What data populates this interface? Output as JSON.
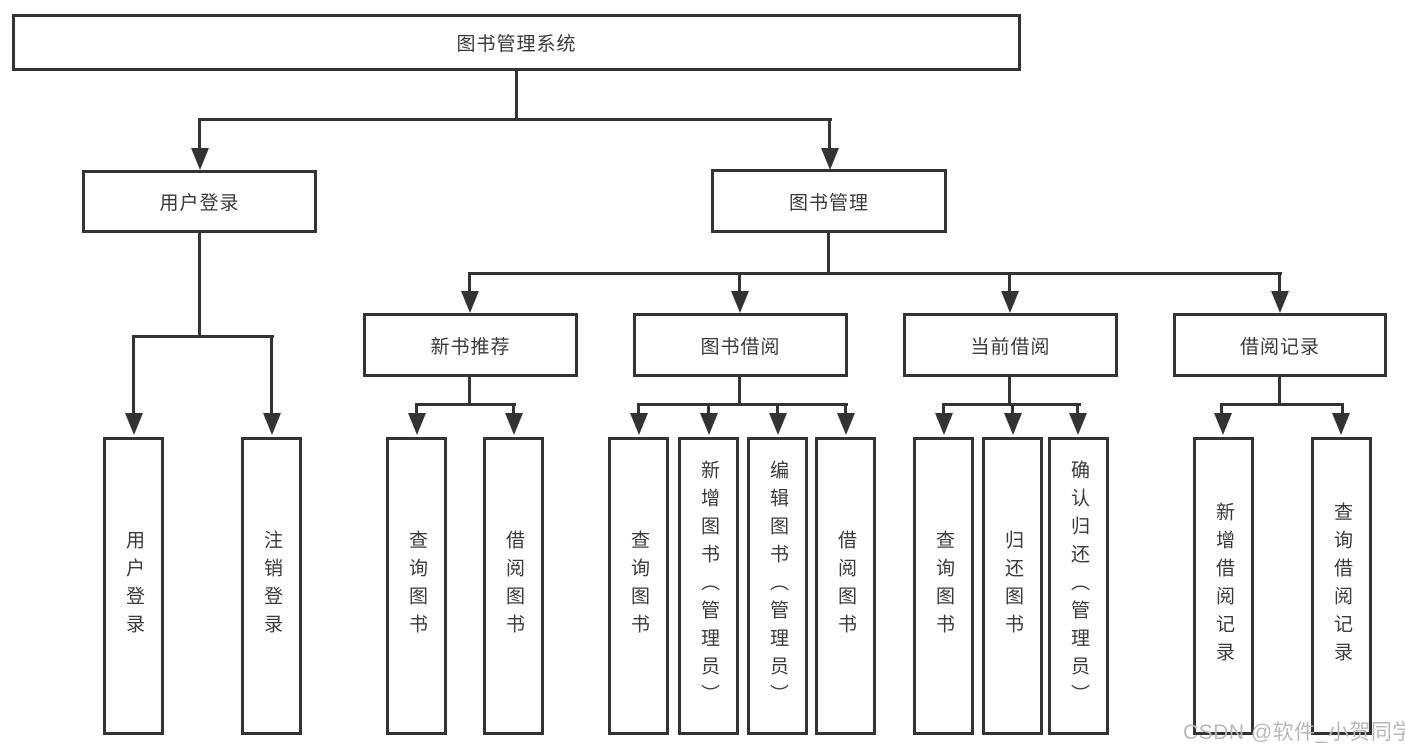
{
  "tree": {
    "label": "图书管理系统",
    "children": [
      {
        "label": "用户登录",
        "children": [
          {
            "label": "用户登录"
          },
          {
            "label": "注销登录"
          }
        ]
      },
      {
        "label": "图书管理",
        "children": [
          {
            "label": "新书推荐",
            "children": [
              {
                "label": "查询图书"
              },
              {
                "label": "借阅图书"
              }
            ]
          },
          {
            "label": "图书借阅",
            "children": [
              {
                "label": "查询图书"
              },
              {
                "label": "新增图书（管理员）"
              },
              {
                "label": "编辑图书（管理员）"
              },
              {
                "label": "借阅图书"
              }
            ]
          },
          {
            "label": "当前借阅",
            "children": [
              {
                "label": "查询图书"
              },
              {
                "label": "归还图书"
              },
              {
                "label": "确认归还（管理员）"
              }
            ]
          },
          {
            "label": "借阅记录",
            "children": [
              {
                "label": "新增借阅记录"
              },
              {
                "label": "查询借阅记录"
              }
            ]
          }
        ]
      }
    ]
  },
  "watermark": {
    "text": "CSDN @软件_小贺同学"
  },
  "colors": {
    "line": "#333333",
    "box_border": "#333333",
    "box_background": "#ffffff",
    "text": "#3a3a3a",
    "watermark": "#b9b9b9",
    "page_background": "#ffffff"
  }
}
